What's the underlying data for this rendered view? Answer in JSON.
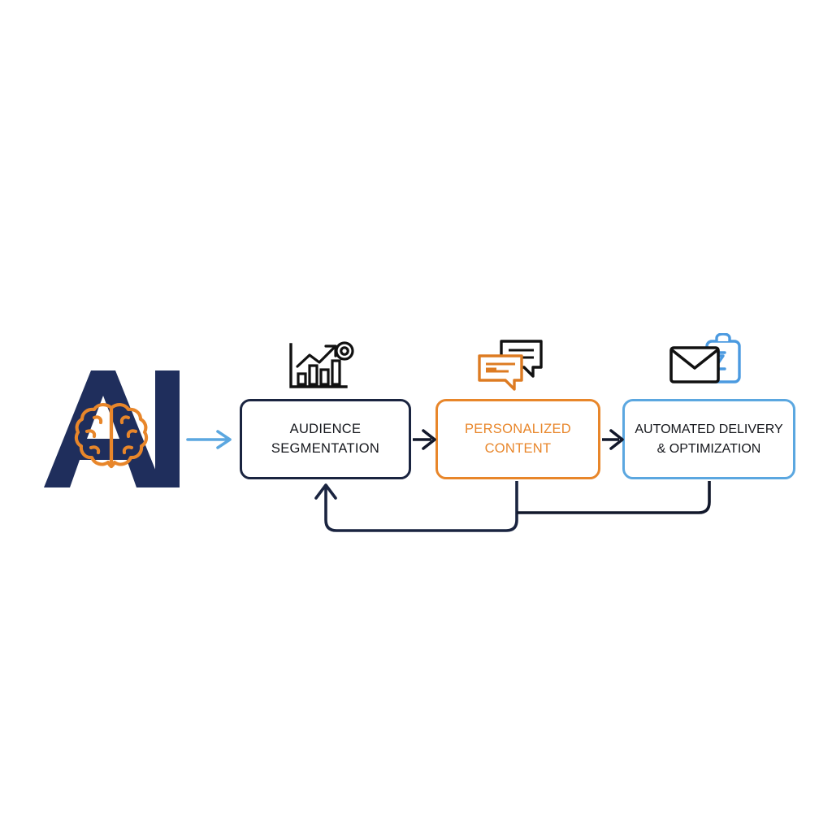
{
  "diagram": {
    "title_logo": {
      "text": "AI",
      "navy": "#1f2e5c",
      "brain_icon": "brain-icon",
      "brain_color": "#e8862a"
    },
    "arrows": {
      "intro_arrow_color": "#5ba7e0",
      "step_arrow_color": "#12182b",
      "feedback_color": "#1a2440"
    },
    "steps": [
      {
        "id": "audience-segmentation",
        "label": "AUDIENCE\nSEGMENTATION",
        "border_color": "#1a2440",
        "text_color": "#15171c",
        "icon": "bar-chart-growth-target-icon"
      },
      {
        "id": "personalized-content",
        "label": "PERSONALIZED\nCONTENT",
        "border_color": "#e8862a",
        "text_color": "#e8862a",
        "icon": "chat-bubbles-icon"
      },
      {
        "id": "automated-delivery-optimization",
        "label": "AUTOMATED DELIVERY\n& OPTIMIZATION",
        "border_color": "#5ba7e0",
        "text_color": "#15171c",
        "icon": "envelope-clipboard-icon"
      }
    ]
  }
}
